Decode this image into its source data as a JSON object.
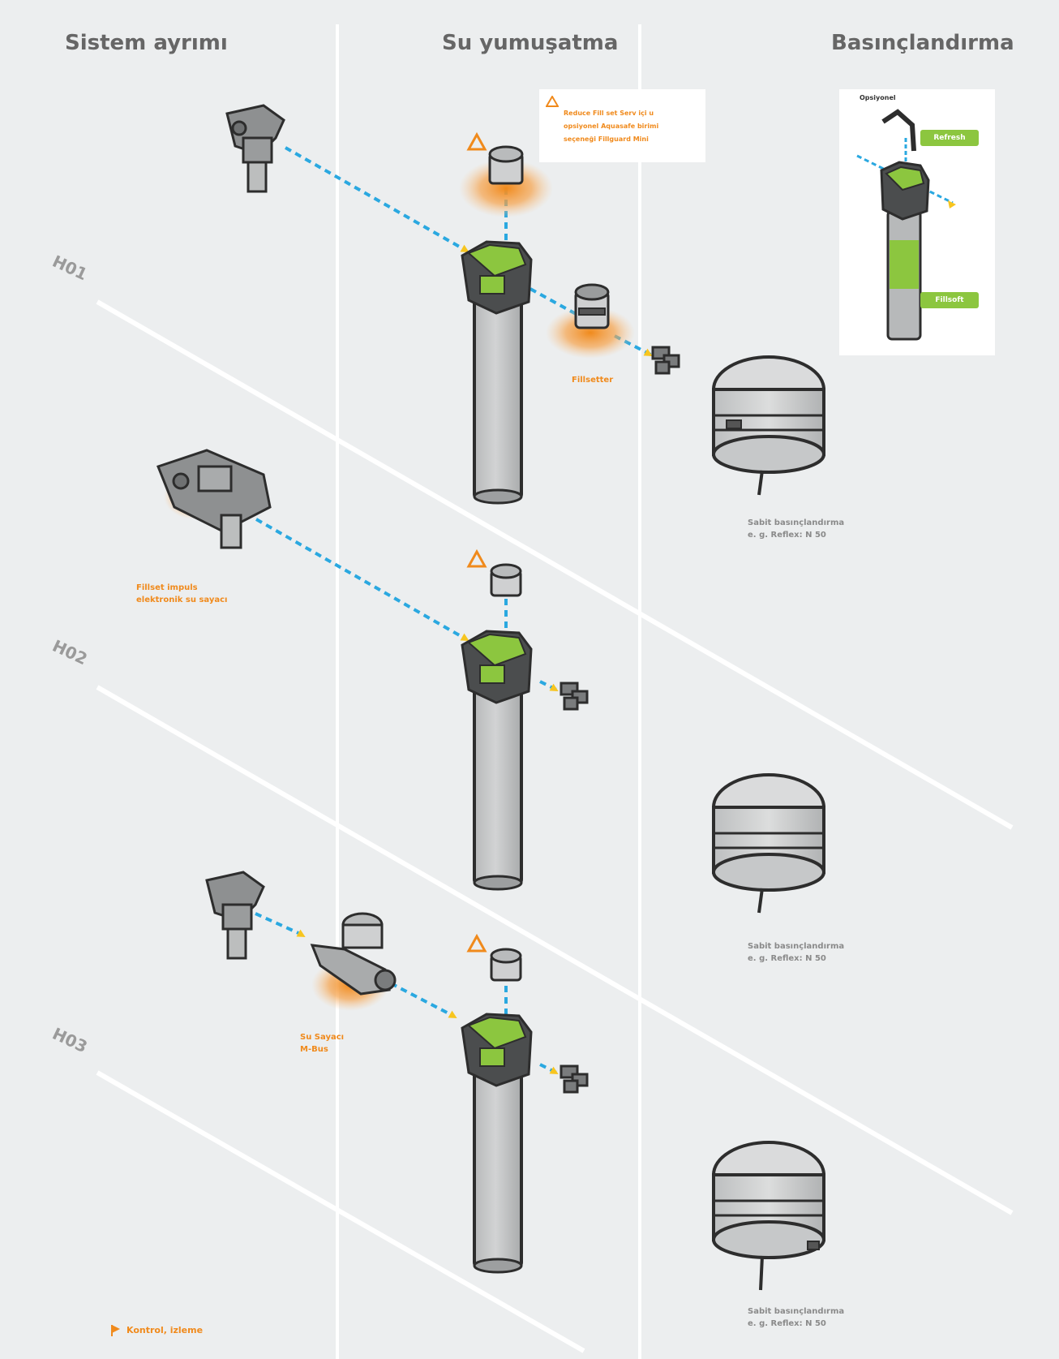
{
  "columns": [
    {
      "title": "Sistem ayrımı"
    },
    {
      "title": "Su yumuşatma"
    },
    {
      "title": "Basınçlandırma"
    }
  ],
  "rows": [
    {
      "label": "H01"
    },
    {
      "label": "H02"
    },
    {
      "label": "H03"
    }
  ],
  "annotations": {
    "filtermeter": "Fillsetter",
    "fill_impulse_line1": "Fillset impuls",
    "fill_impulse_line2": "elektronik su sayacı",
    "water_meter_line1": "Su Sayacı",
    "water_meter_line2": "M-Bus",
    "vessel_line1": "Sabit basınçlandırma",
    "vessel_line2": "e. g. Reflex: N 50",
    "legend": "Kontrol, izleme"
  },
  "note_box": {
    "line1": "Reduce Fill set Serv içi u",
    "line2": "opsiyonel Aquasafe birimi",
    "line3": "seçeneği Fillguard Mini"
  },
  "inset": {
    "title": "Opsiyonel",
    "tag1": "Refresh",
    "tag2": "Fillsoft"
  },
  "colors": {
    "accent_orange": "#f08a1c",
    "accent_green": "#8cc63f",
    "flow_blue": "#2aa8e0",
    "arrow_yellow": "#f7c51f"
  }
}
